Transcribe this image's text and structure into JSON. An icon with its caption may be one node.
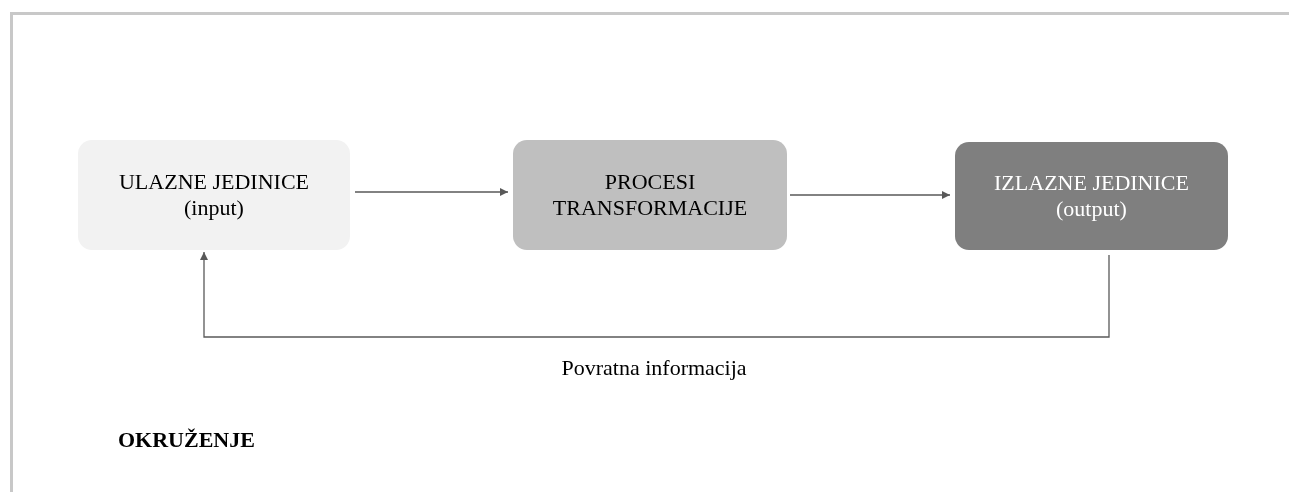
{
  "diagram": {
    "nodes": [
      {
        "text": [
          "OKRUŽENJE"
        ]
      },
      {
        "text": [
          "ULAZNE JEDINICE (input)"
        ],
        "in": 0
      },
      {
        "text": [
          "PROCESI TRANSFORMACIJE"
        ],
        "in": 0
      },
      {
        "text": [
          "IZLAZNE JEDINICE (output)"
        ],
        "in": 0
      }
    ],
    "edges": [
      {
        "from": 1,
        "to": 2,
        "arrow": "to"
      },
      {
        "from": 2,
        "to": 3,
        "arrow": "to"
      },
      {
        "from": 3,
        "to": 1,
        "arrow": "to",
        "label": "Povratna informacija"
      }
    ]
  }
}
